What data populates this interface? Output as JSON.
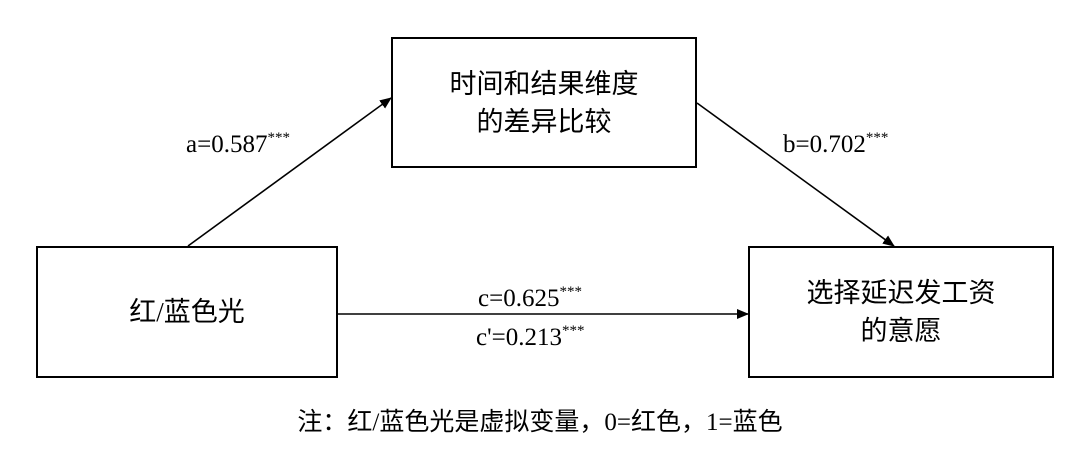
{
  "nodes": {
    "mediator": {
      "line1": "时间和结果维度",
      "line2": "的差异比较"
    },
    "independent": {
      "label": "红/蓝色光"
    },
    "dependent": {
      "line1": "选择延迟发工资",
      "line2": "的意愿"
    }
  },
  "paths": {
    "a": {
      "text": "a=0.587",
      "sig": "***"
    },
    "b": {
      "text": "b=0.702",
      "sig": "***"
    },
    "c": {
      "text": "c=0.625",
      "sig": "***"
    },
    "cprime": {
      "text": "c'=0.213",
      "sig": "***"
    }
  },
  "note": "注：红/蓝色光是虚拟变量，0=红色，1=蓝色"
}
